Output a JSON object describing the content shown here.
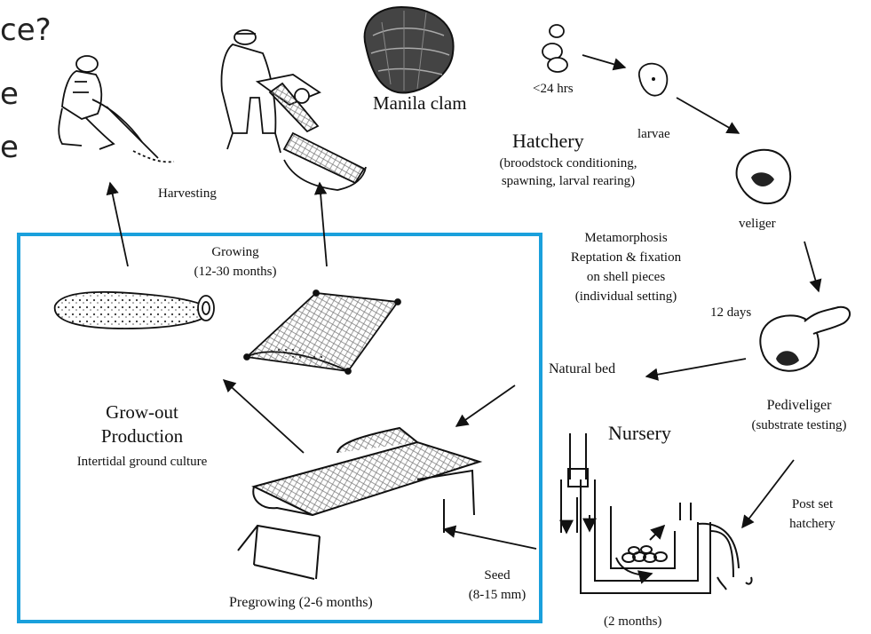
{
  "slide_text_fragments": [
    "ce?",
    "e",
    "e"
  ],
  "organism": "Manila clam",
  "hatchery": {
    "title": "Hatchery",
    "detail_line1": "(broodstock conditioning,",
    "detail_line2": "spawning, larval rearing)"
  },
  "stages": {
    "time_24h": "<24 hrs",
    "larvae": "larvae",
    "veliger": "veliger",
    "days_12": "12 days",
    "pediveliger": "Pediveliger",
    "pediveliger_detail": "(substrate testing)"
  },
  "metamorphosis": [
    "Metamorphosis",
    "Reptation & fixation",
    "on shell pieces",
    "(individual setting)"
  ],
  "natural_bed": "Natural bed",
  "nursery": {
    "title": "Nursery",
    "duration": "(2 months)",
    "post_set_line1": "Post set",
    "post_set_line2": "hatchery"
  },
  "seed": {
    "line1": "Seed",
    "line2": "(8-15 mm)"
  },
  "growout": {
    "title_line1": "Grow-out",
    "title_line2": "Production",
    "subtitle": "Intertidal ground culture",
    "harvesting": "Harvesting",
    "growing_line1": "Growing",
    "growing_line2": "(12-30 months)",
    "pregrowing": "Pregrowing (2-6 months)"
  },
  "colors": {
    "box_border": "#1aa0dc",
    "ink": "#111111"
  }
}
